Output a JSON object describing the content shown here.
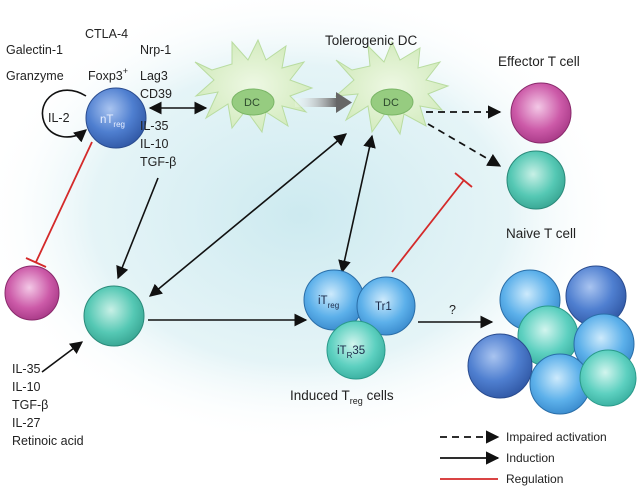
{
  "colors": {
    "background_glow": "#cdeaf0",
    "nTreg_cell": "#3f6fc0",
    "dc_cell": "#d8efc6",
    "dc_nucleus": "#8fc77a",
    "effector_cell": "#c44b9e",
    "naive_cell": "#46c0ad",
    "itreg_cell": "#4a9fe0",
    "induction_arrow": "#111111",
    "regulation_line": "#d42a2a",
    "impaired_arrow": "#111111"
  },
  "nTreg": {
    "top_labels": [
      "Galectin-1",
      "CTLA-4",
      "Nrp-1"
    ],
    "left_labels": [
      "Granzyme"
    ],
    "foxp3": "Foxp3",
    "foxp3_sup": "+",
    "right_labels": [
      "Lag3",
      "CD39"
    ],
    "loop_label": "IL-2",
    "cell_label_main": "nT",
    "cell_label_sub": "reg",
    "cytokines": [
      "IL-35",
      "IL-10",
      "TGF-β"
    ]
  },
  "dc": {
    "label": "DC",
    "tolerogenic_title": "Tolerogenic DC",
    "tolerogenic_label": "DC"
  },
  "effector": {
    "label": "Effector T cell"
  },
  "naive": {
    "label": "Naive T cell"
  },
  "induction_factors": [
    "IL-35",
    "IL-10",
    "TGF-β",
    "IL-27",
    "Retinoic acid"
  ],
  "induced": {
    "itreg_main": "iT",
    "itreg_sub": "reg",
    "tr1": "Tr1",
    "itr35_main": "iT",
    "itr35_sub": "R",
    "itr35_num": "35",
    "caption_main": "Induced T",
    "caption_sub": "reg",
    "caption_end": " cells"
  },
  "question_mark": "?",
  "legend": [
    {
      "label": "Impaired activation",
      "style": "dashed"
    },
    {
      "label": "Induction",
      "style": "solid"
    },
    {
      "label": "Regulation",
      "style": "red"
    }
  ]
}
